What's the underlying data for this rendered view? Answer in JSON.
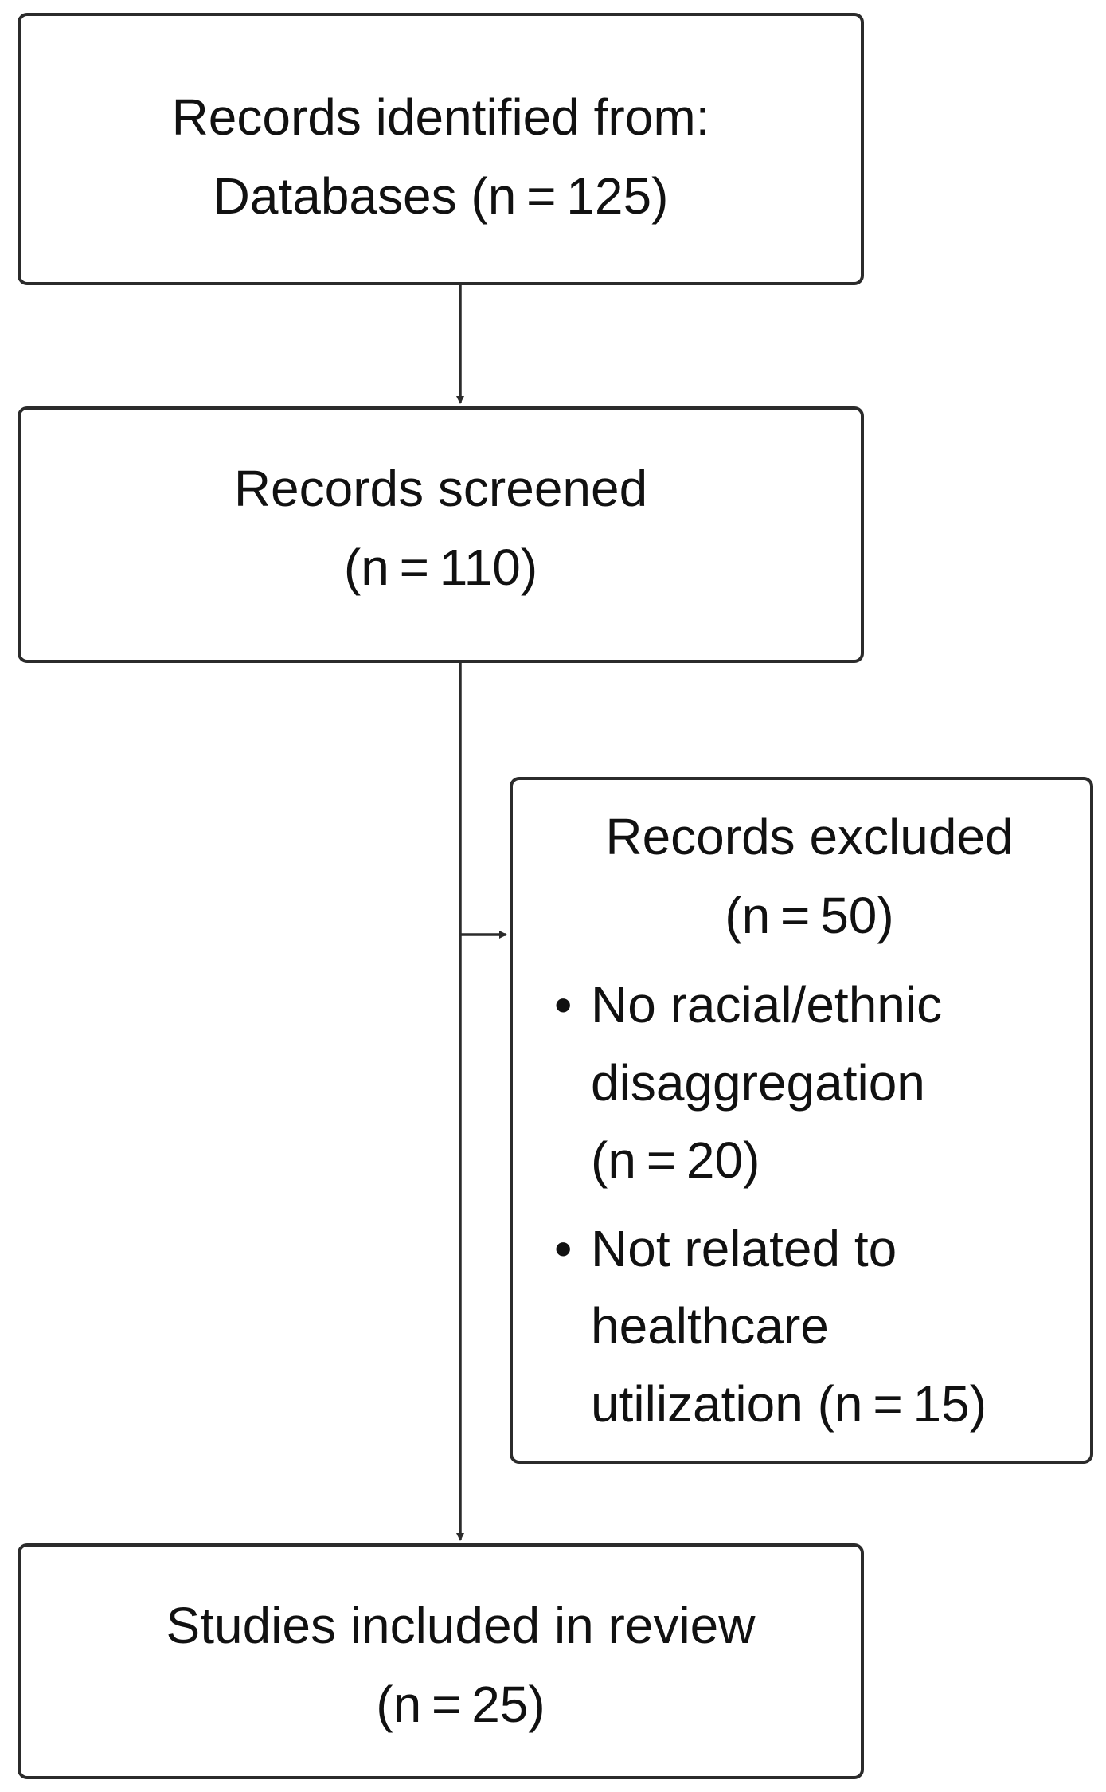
{
  "flowchart": {
    "identified": {
      "line1": "Records identified from:",
      "line2": "Databases (n = 125)"
    },
    "screened": {
      "line1": "Records screened",
      "line2": "(n = 110)"
    },
    "excluded": {
      "line1": "Records excluded",
      "line2": "(n = 50)",
      "reasons": [
        {
          "bullet": "•",
          "lines": [
            "No racial/ethnic",
            "disaggregation",
            "(n = 20)"
          ]
        },
        {
          "bullet": "•",
          "lines": [
            "Not related to",
            "healthcare",
            "utilization (n = 15)"
          ]
        }
      ]
    },
    "included": {
      "line1": "Studies included in review",
      "line2": "(n = 25)"
    }
  },
  "colors": {
    "border": "#2b2b2b",
    "text": "#111111",
    "background": "#ffffff"
  }
}
